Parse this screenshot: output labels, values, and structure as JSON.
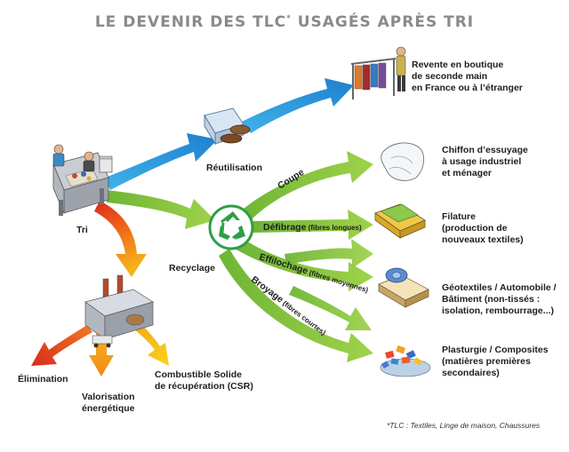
{
  "title": {
    "main": "LE DEVENIR DES TLC",
    "sup": "*",
    "rest": " USAGÉS APRÈS TRI"
  },
  "tri": {
    "label": "Tri"
  },
  "reutilisation": {
    "label": "Réutilisation"
  },
  "recyclage": {
    "label": "Recyclage"
  },
  "revente": {
    "lines": [
      "Revente en boutique",
      "de seconde main",
      "en France ou à l’étranger"
    ]
  },
  "chiffon": {
    "lines": [
      "Chiffon d’essuyage",
      "à usage industriel",
      "et ménager"
    ]
  },
  "filature": {
    "lines": [
      "Filature",
      "(production de",
      "nouveaux textiles)"
    ]
  },
  "geotextiles": {
    "lines": [
      "Géotextiles / Automobile /",
      "Bâtiment (non-tissés :",
      "isolation, rembourrage...)"
    ]
  },
  "plasturgie": {
    "lines": [
      "Plasturgie / Composites",
      "(matières premières",
      "secondaires)"
    ]
  },
  "arrows": {
    "coupe": "Coupe",
    "defibrage": "Défibrage",
    "defibrage_sub": " (fibres longues)",
    "effilochage": "Effilochage",
    "effilochage_sub": " (fibres moyennes)",
    "broyage": "Broyage",
    "broyage_sub": " (fibres courtes)"
  },
  "elimination": {
    "label": "Élimination"
  },
  "valorisation": {
    "lines": [
      "Valorisation",
      "énergétique"
    ]
  },
  "csr": {
    "lines": [
      "Combustible Solide",
      "de récupération (CSR)"
    ]
  },
  "footnote": "*TLC : Textiles, Linge de maison, Chaussures",
  "colors": {
    "blue": "#1f8fd6",
    "green": "#8dc63f",
    "green_dark": "#2f9e48",
    "red": "#d92a1c",
    "orange": "#f29a1f",
    "yellow": "#f6c21a",
    "title_gray": "#8a8a8a"
  }
}
